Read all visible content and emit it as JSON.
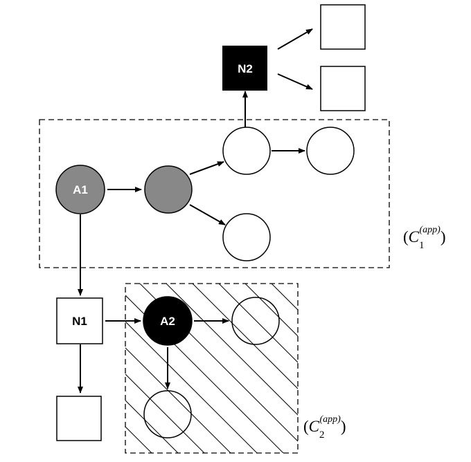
{
  "colors": {
    "gray": "#888888",
    "black": "#000000",
    "white": "#ffffff"
  },
  "nodes": {
    "a1": {
      "label": "A1",
      "shape": "circle",
      "fill": "gray"
    },
    "a1_next": {
      "label": "",
      "shape": "circle",
      "fill": "gray"
    },
    "top_mid": {
      "label": "",
      "shape": "circle",
      "fill": "white"
    },
    "top_right": {
      "label": "",
      "shape": "circle",
      "fill": "white"
    },
    "bottom_mid": {
      "label": "",
      "shape": "circle",
      "fill": "white"
    },
    "n2": {
      "label": "N2",
      "shape": "square",
      "fill": "black"
    },
    "n2_child_top": {
      "label": "",
      "shape": "square",
      "fill": "white"
    },
    "n2_child_bottom": {
      "label": "",
      "shape": "square",
      "fill": "white"
    },
    "n1": {
      "label": "N1",
      "shape": "square",
      "fill": "white"
    },
    "n1_child": {
      "label": "",
      "shape": "square",
      "fill": "white"
    },
    "a2": {
      "label": "A2",
      "shape": "circle",
      "fill": "black"
    },
    "a2_right": {
      "label": "",
      "shape": "circle",
      "fill": "white"
    },
    "a2_below": {
      "label": "",
      "shape": "circle",
      "fill": "white"
    }
  },
  "clusters": {
    "c1": {
      "open": "(",
      "symbol": "C",
      "subscript": "1",
      "superscript": "(app)",
      "close": ")",
      "hatched": false
    },
    "c2": {
      "open": "(",
      "symbol": "C",
      "subscript": "2",
      "superscript": "(app)",
      "close": ")",
      "hatched": true
    }
  }
}
